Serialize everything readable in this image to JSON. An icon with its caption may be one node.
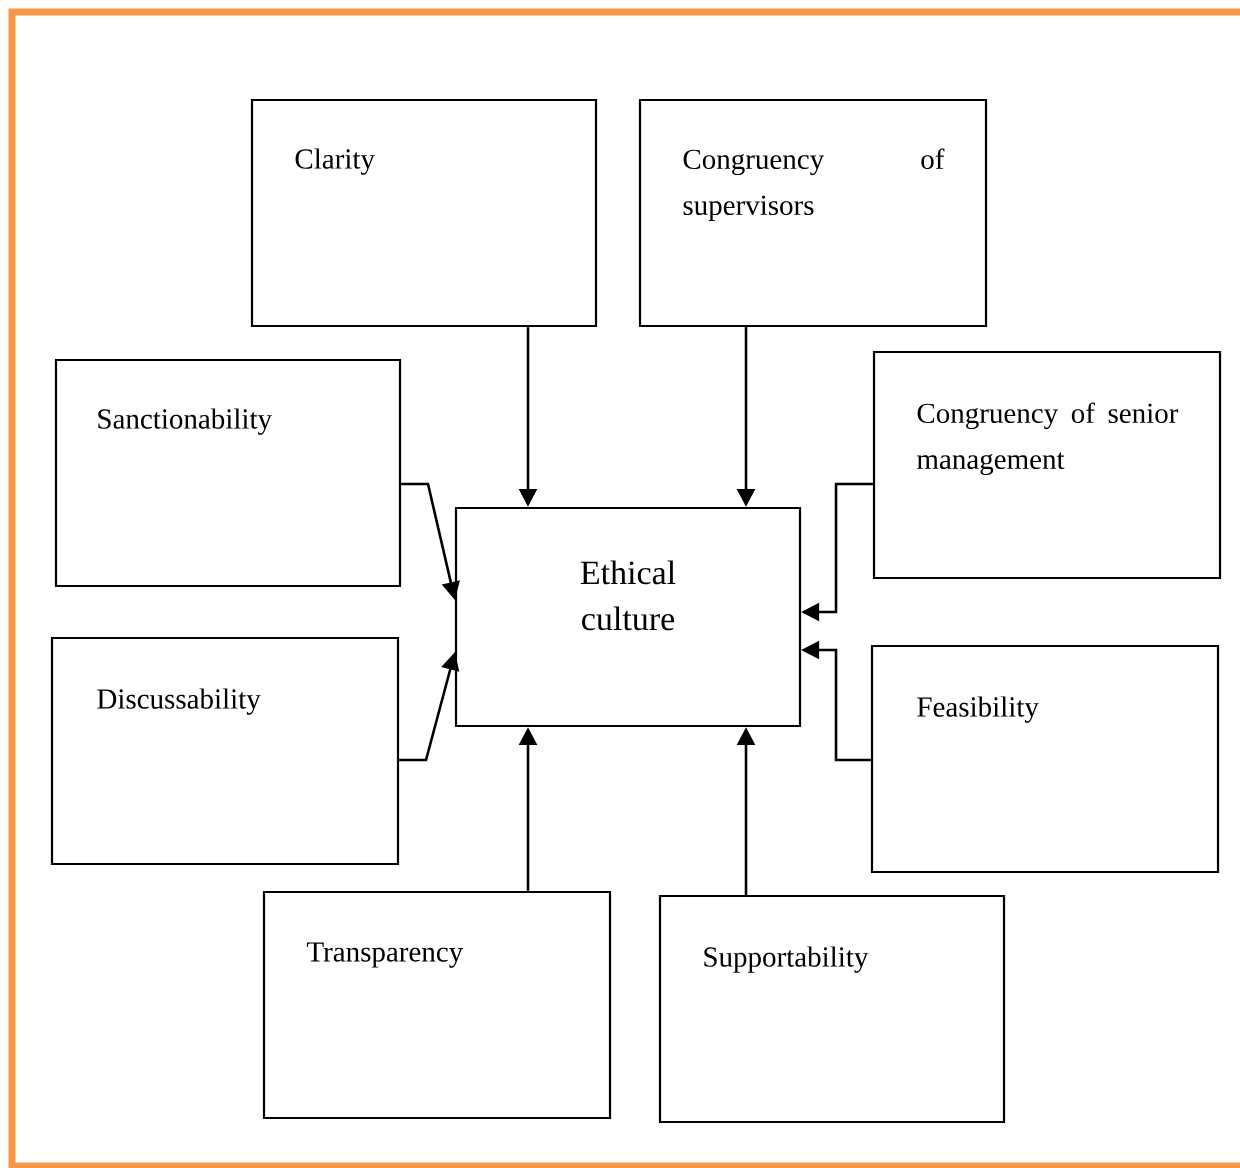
{
  "diagram": {
    "nodes": [
      {
        "text": [
          "Clarity"
        ]
      },
      {
        "text": [
          "Congruency of supervisors"
        ]
      },
      {
        "text": [
          "Sanctionability"
        ]
      },
      {
        "text": [
          "Congruency of senior management"
        ]
      },
      {
        "text": [
          "Ethical culture"
        ]
      },
      {
        "text": [
          "Discussability"
        ]
      },
      {
        "text": [
          "Feasibility"
        ]
      },
      {
        "text": [
          "Transparency"
        ]
      },
      {
        "text": [
          "Supportability"
        ]
      }
    ],
    "edges": [
      {
        "from": 0,
        "to": 4,
        "arrow": "to"
      },
      {
        "from": 1,
        "to": 4,
        "arrow": "to"
      },
      {
        "from": 2,
        "to": 4,
        "arrow": "to"
      },
      {
        "from": 5,
        "to": 4,
        "arrow": "to"
      },
      {
        "from": 3,
        "to": 4,
        "arrow": "to"
      },
      {
        "from": 6,
        "to": 4,
        "arrow": "to"
      },
      {
        "from": 7,
        "to": 4,
        "arrow": "to"
      },
      {
        "from": 8,
        "to": 4,
        "arrow": "to"
      }
    ]
  }
}
